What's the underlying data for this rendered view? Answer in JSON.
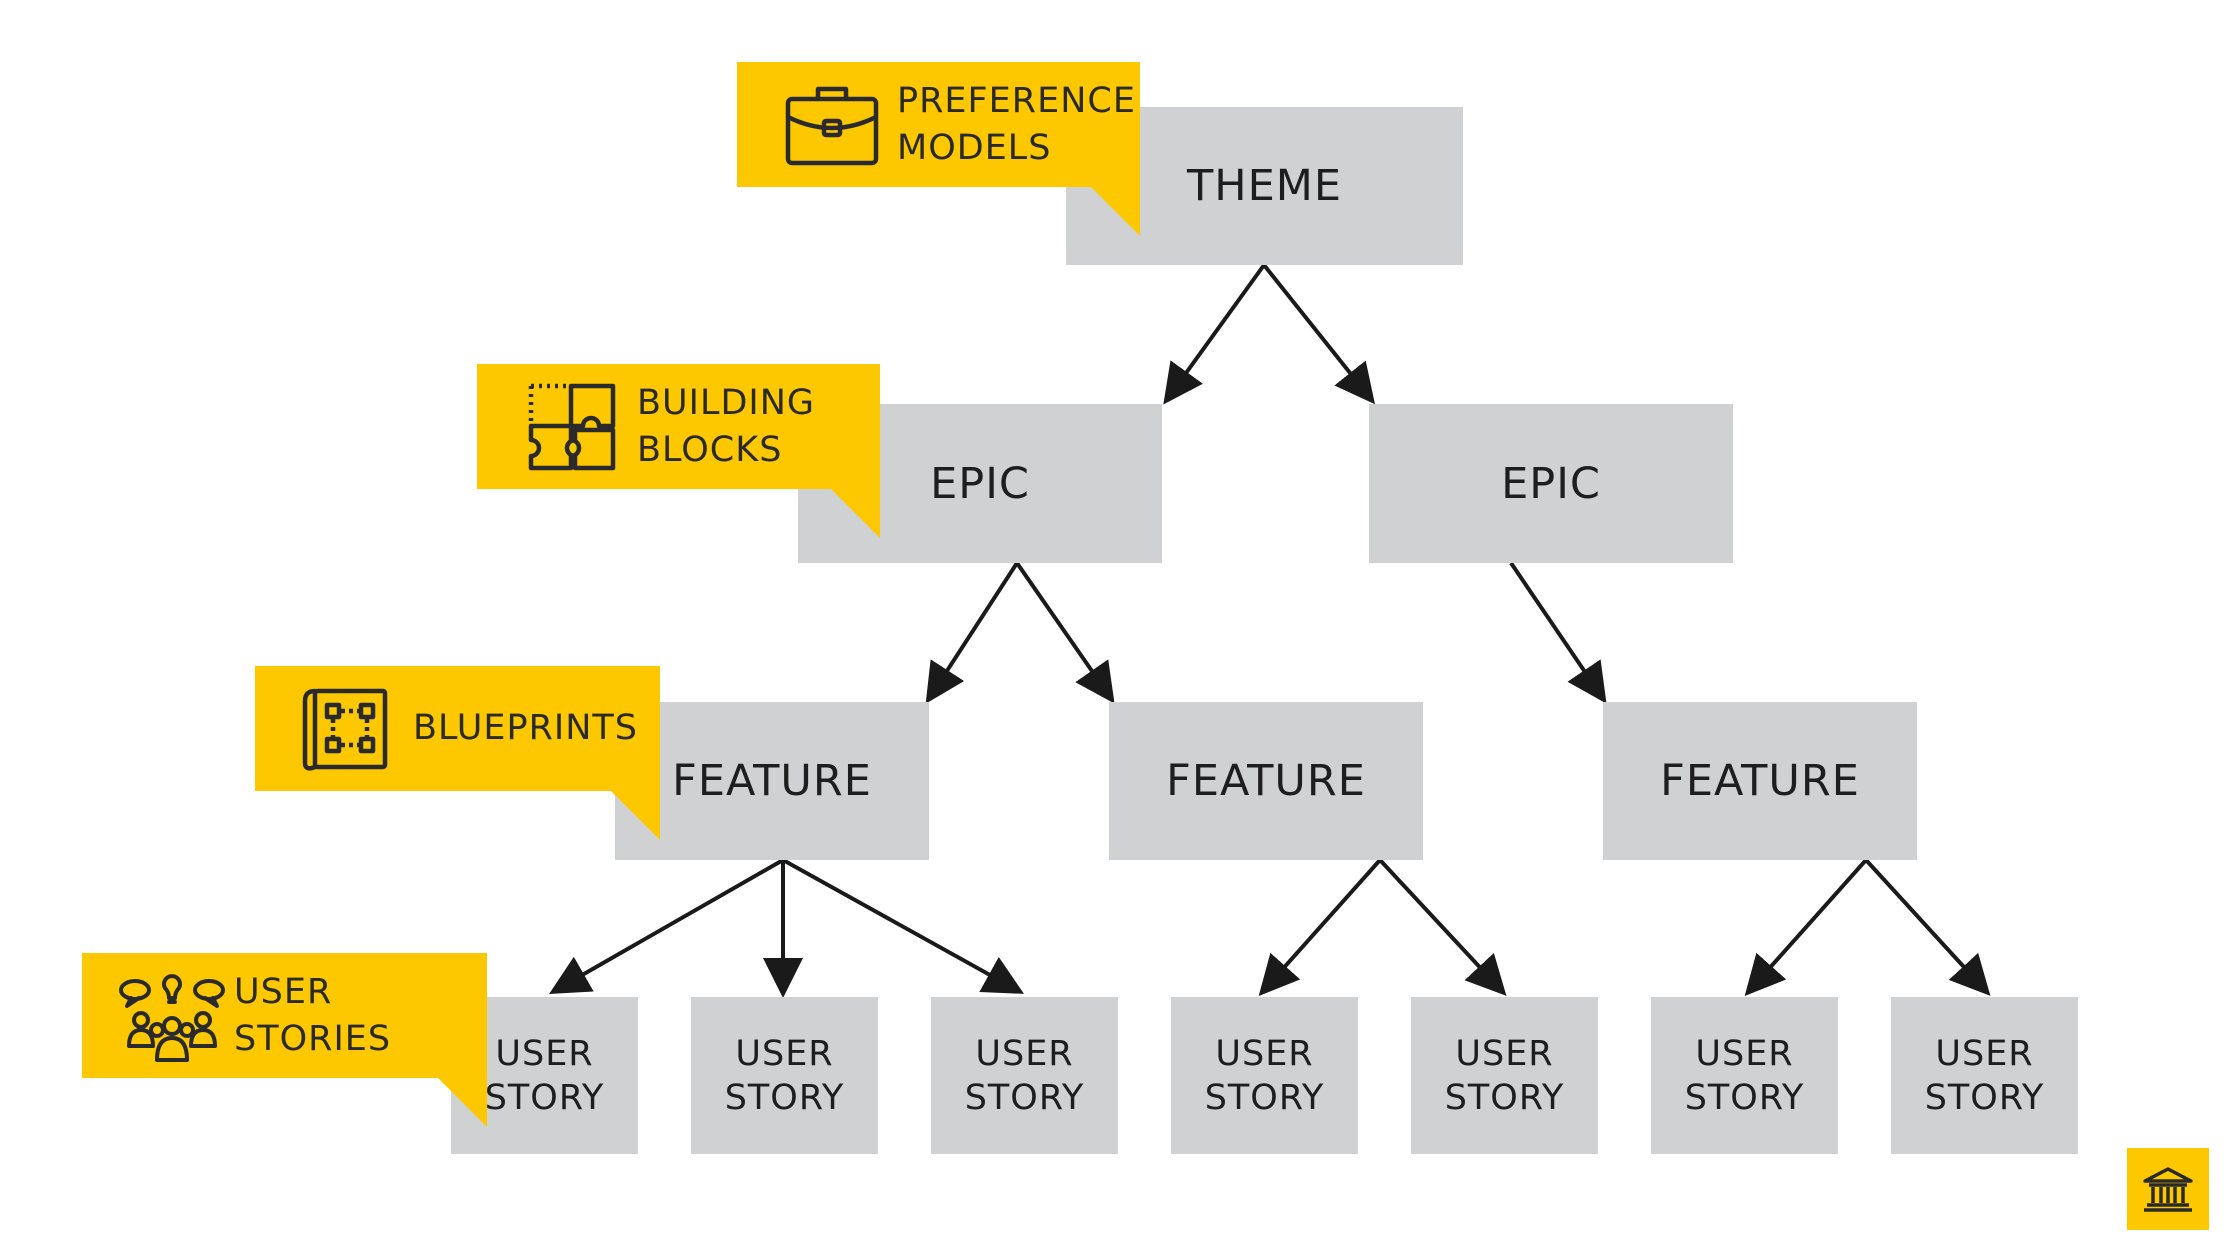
{
  "diagram": {
    "theme": "THEME",
    "epics": [
      "EPIC",
      "EPIC"
    ],
    "features": [
      "FEATURE",
      "FEATURE",
      "FEATURE"
    ],
    "user_story": {
      "line1": "USER",
      "line2": "STORY"
    }
  },
  "callouts": {
    "preference_models": {
      "line1": "PREFERENCE",
      "line2": "MODELS",
      "icon": "briefcase-icon"
    },
    "building_blocks": {
      "line1": "BUILDING",
      "line2": "BLOCKS",
      "icon": "puzzle-icon"
    },
    "blueprints": {
      "line1": "BLUEPRINTS",
      "icon": "blueprint-icon"
    },
    "user_stories": {
      "line1": "USER",
      "line2": "STORIES",
      "icon": "people-idea-icon"
    }
  },
  "footer": {
    "icon": "bank-icon"
  },
  "colors": {
    "callout": "#fdc800",
    "node": "#d0d1d3",
    "text": "#1e1e1e",
    "arrow": "#1a1a1a"
  }
}
